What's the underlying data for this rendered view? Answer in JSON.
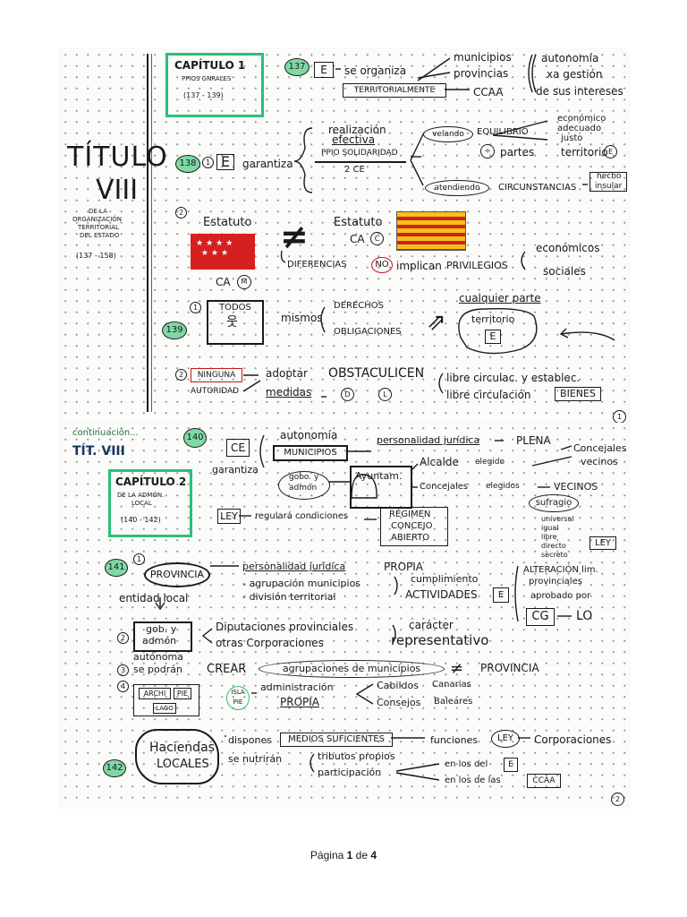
{
  "sheet1": {
    "titulo": "TÍTULO",
    "viii": "VIII",
    "titulo_sub": [
      "DE LA",
      "ORGANIZACIÓN",
      "TERRITORIAL",
      "DEL ESTADO"
    ],
    "titulo_range": "(137 - 158)",
    "cap1_title": "CAPÍTULO 1",
    "cap1_sub": "PPIOS GNRALES",
    "cap1_range": "(137 - 139)",
    "art137": "137",
    "e": "E",
    "se_organiza": "se organiza",
    "territorialmente": "TERRITORIALMENTE",
    "municipios": "municipios",
    "provincias": "provincias",
    "ccaa": "CCAA",
    "autonomia": "autonomía",
    "xa_gestion": "xa gestión",
    "de_sus_intereses": "de sus intereses",
    "art138": "138",
    "one": "1",
    "garantiza": "garantiza",
    "realizacion": "realización",
    "efectiva": "efectiva",
    "ppio_solidaridad": "PPIO SOLIDARIDAD",
    "dos_ce": "2 CE",
    "velando": "velando",
    "equilibrio": "EQUILIBRIO",
    "economico": "económico",
    "adecuado": "adecuado",
    "justo": "justo",
    "partes": "partes",
    "territorio": "territorio",
    "atendiendo": "atendiendo",
    "circunstancias": "CIRCUNSTANCIAS",
    "hecho": "hecho",
    "insular": "insular",
    "two": "2",
    "estatuto": "Estatuto",
    "ca_m": "CA",
    "m": "M",
    "neq": "≠",
    "ca_c": "CA",
    "c": "C",
    "diferencias": "DIFERENCIAS",
    "no": "NO",
    "implican": "implican",
    "privilegios": "PRIVILEGIOS",
    "economicos": "económicos",
    "sociales": "sociales",
    "art139": "139",
    "todos": "TODOS",
    "mismos": "mismos",
    "derechos": "DERECHOS",
    "obligaciones": "OBLIGACIONES",
    "cualquier_parte": "cualquier parte",
    "territorio2": "territorio",
    "e2": "E",
    "ninguna": "NINGUNA",
    "autoridad": "AUTORIDAD",
    "adoptar": "adoptar",
    "medidas": "medidas",
    "obstaculicen": "OBSTACULICEN",
    "d": "D",
    "l": "L",
    "libre_circ_estab": "libre circulac. y establec.",
    "libre_circulacion": "libre circulación",
    "bienes": "BIENES",
    "page_num": "1"
  },
  "sheet2": {
    "continuacion": "continuación...",
    "tit_viii": "TÍT. VIII",
    "art140": "140",
    "ce": "CE",
    "garantiza": "garantiza",
    "autonomia": "autonomía",
    "municipios": "MUNICIPIOS",
    "personalidad_plena": "personalidad jurídica",
    "plena": "PLENA",
    "concejales": "Concejales",
    "vecinos": "vecinos",
    "gobo_admon": [
      "gobo. y",
      "admón"
    ],
    "ayuntam": "Ayuntam.",
    "alcalde": "Alcalde",
    "elegido": "elegido",
    "concejales2": "Concejales",
    "elegidos": "elegidos",
    "vecinos2": "VECINOS",
    "sufragio": "sufragio",
    "sufragio_list": [
      "universal",
      "igual",
      "libre",
      "directo",
      "secreto"
    ],
    "ley": "LEY",
    "cap2_title": "CAPÍTULO 2",
    "cap2_sub": [
      "DE LA ADMÓN.",
      "LOCAL"
    ],
    "cap2_range": "(140 - 142)",
    "ley2": "LEY",
    "regulara": "regulará condiciones",
    "regimen": [
      "RÉGIMEN",
      "CONCEJO",
      "ABIERTO"
    ],
    "art141": "141",
    "one": "1",
    "provincia": "PROVINCIA",
    "entidad_local": "entidad local",
    "personalidad_propia": "personalidad jurídica",
    "propia": "PROPIA",
    "agrupacion": "- agrupación municipios",
    "division": "- división territorial",
    "cumplimiento": "cumplimiento",
    "actividades": "ACTIVIDADES",
    "e": "E",
    "alteracion": "ALTERACIÓN lim.",
    "provinciales": "provinciales",
    "aprobado_por": "aprobado por",
    "cg": "CG",
    "lo": "LO",
    "two": "2",
    "gob_admon": [
      "gob. y",
      "admón"
    ],
    "autonoma": "autónoma",
    "diputaciones": "Diputaciones provinciales",
    "otras_corporaciones": "otras Corporaciones",
    "caracter": "carácter",
    "representativo": "representativo",
    "three": "3",
    "se_podran": "se podrán",
    "crear": "CREAR",
    "agrupaciones": "agrupaciones de municipios",
    "neq": "≠",
    "provincia2": "PROVINCIA",
    "four": "4",
    "archi_pie": [
      "ARCHI",
      "PIE",
      "LAGO"
    ],
    "isla_pie": "ISLA PIE",
    "administracion": "administración",
    "propia2": "PROPIA",
    "cabildos": "Cabildos",
    "canarias": "Canarias",
    "consejos": "Consejos",
    "baleares": "Baleares",
    "art142": "142",
    "haciendas": [
      "Haciendas",
      "LOCALES"
    ],
    "dispones": "dispones",
    "medios": "MEDIOS SUFICIENTES",
    "funciones": "funciones",
    "ley3": "LEY",
    "corporaciones": "Corporaciones",
    "se_nutriran": "se nutrirán",
    "tributos": "tributos propios",
    "participacion": "participación",
    "en_los_del": "en los del",
    "e2": "E",
    "en_los_de_las": "en los de las",
    "ccaa": "CCAA",
    "page_num": "2"
  },
  "footer": {
    "prefix": "Página",
    "current": "1",
    "middle": "de",
    "total": "4"
  },
  "colors": {
    "green": "#1f6e3a",
    "mint": "#7fd9a6",
    "red": "#c21b1b",
    "madrid_red": "#d6201f",
    "cat_yellow": "#f2c318"
  }
}
